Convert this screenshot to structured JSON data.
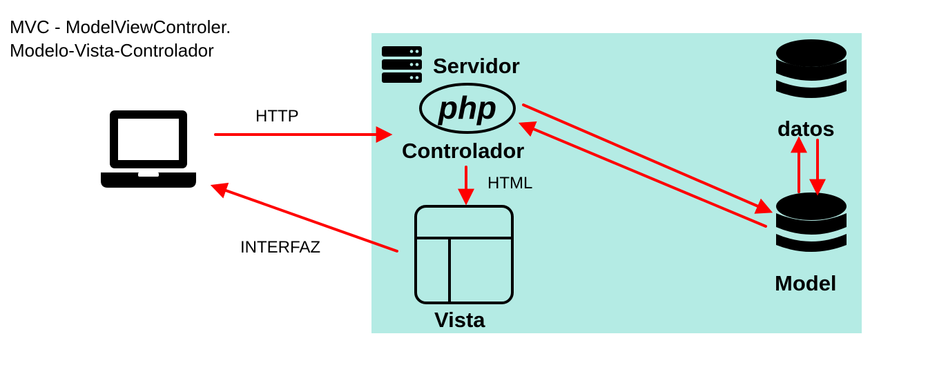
{
  "title": {
    "line1": "MVC - ModelViewControler.",
    "line2": "Modelo-Vista-Controlador"
  },
  "server": {
    "label": "Servidor",
    "background_color": "#b4ebe4",
    "icon": "server-rack-icon"
  },
  "controller": {
    "logo_text": "php",
    "label": "Controlador"
  },
  "view": {
    "label": "Vista",
    "icon": "layout-window-icon"
  },
  "model": {
    "label": "Model",
    "icon": "database-icon"
  },
  "data_store": {
    "label": "datos",
    "icon": "database-icon"
  },
  "client": {
    "icon": "laptop-icon"
  },
  "arrows": {
    "color": "#ff0000",
    "http_label": "HTTP",
    "html_label": "HTML",
    "interfaz_label": "INTERFAZ"
  }
}
